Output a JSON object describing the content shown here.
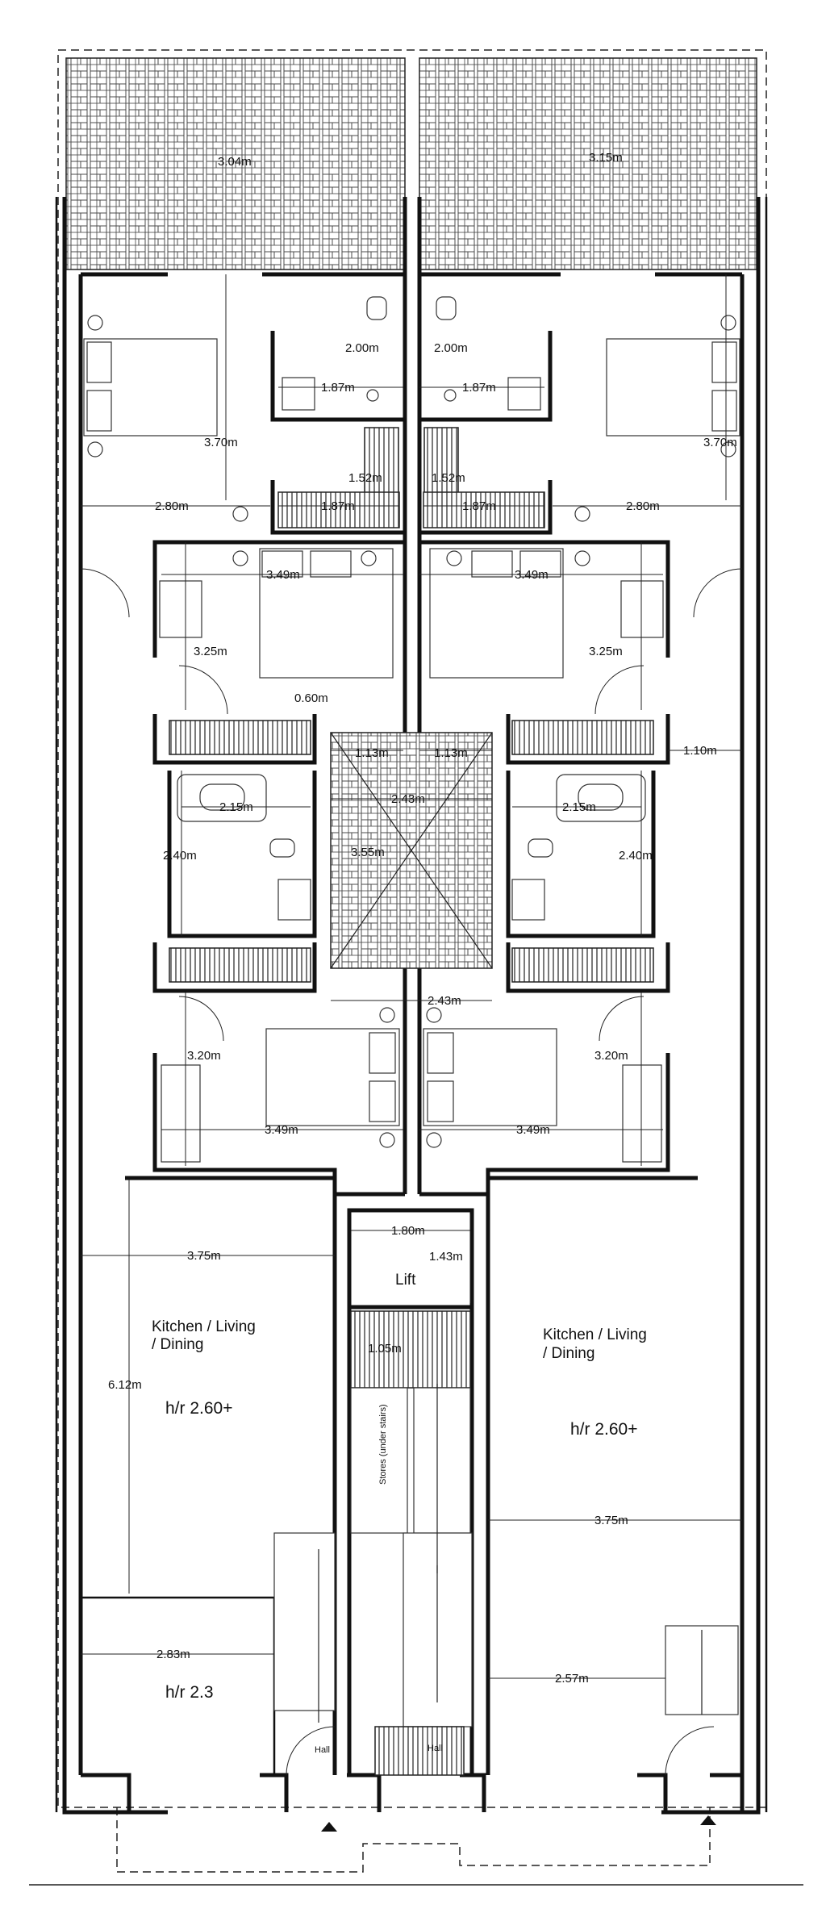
{
  "terraces": {
    "left_width": "3.04m",
    "right_width": "3.15m"
  },
  "back_bedrooms": {
    "left_depth": "3.70m",
    "left_width": "2.80m",
    "right_depth": "3.70m",
    "right_width": "2.80m"
  },
  "ensuites": {
    "left_width": "2.00m",
    "left_inner": "1.87m",
    "right_width": "2.00m",
    "right_inner": "1.87m"
  },
  "wardrobe_upper": {
    "left_depth": "1.52m",
    "left_width": "1.87m",
    "right_depth": "1.52m",
    "right_width": "1.87m"
  },
  "main_bedrooms": {
    "left_width": "3.49m",
    "left_depth": "3.25m",
    "right_width": "3.49m",
    "right_depth": "3.25m",
    "gap": "0.60m"
  },
  "bathrooms": {
    "left_width": "2.15m",
    "left_depth": "2.40m",
    "right_width": "2.15m",
    "right_depth": "2.40m"
  },
  "shaft": {
    "left_small": "1.13m",
    "right_small": "1.13m",
    "width_top": "2.43m",
    "depth": "3.55m",
    "width_bottom": "2.43m",
    "side": "1.10m"
  },
  "front_bedrooms": {
    "left_depth": "3.20m",
    "left_width": "3.49m",
    "right_depth": "3.20m",
    "right_width": "3.49m"
  },
  "lift": {
    "label": "Lift",
    "width": "1.80m",
    "depth": "1.43m"
  },
  "stair": {
    "width": "1.05m",
    "under_label": "Stores (under stairs)",
    "hall_label": "Hall"
  },
  "left_unit": {
    "kitchen_line1": "Kitchen / Living",
    "kitchen_line2": "/ Dining",
    "headroom": "h/r 2.60+",
    "width": "3.75m",
    "depth": "6.12m",
    "front_width": "2.83m",
    "front_headroom": "h/r 2.3",
    "hall_label": "Hall"
  },
  "right_unit": {
    "kitchen_line1": "Kitchen / Living",
    "kitchen_line2": "/ Dining",
    "headroom": "h/r 2.60+",
    "width": "3.75m",
    "front_width": "2.57m"
  }
}
